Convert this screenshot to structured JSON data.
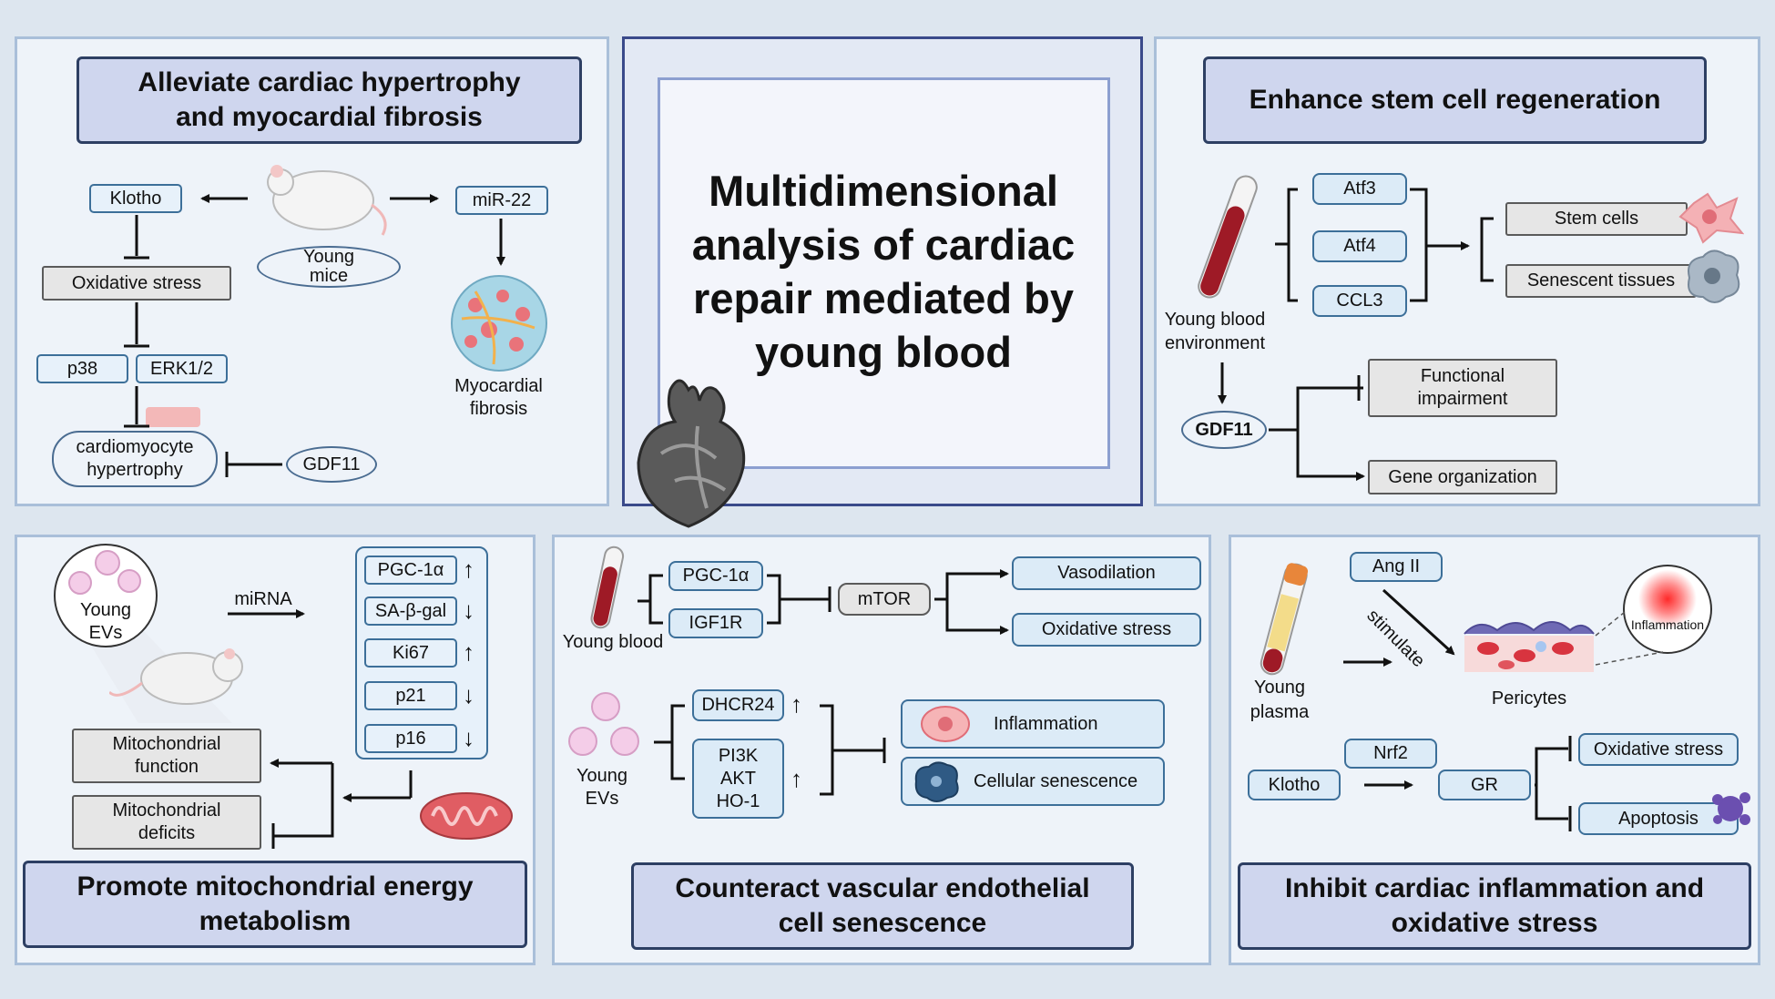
{
  "center": {
    "title": "Multidimensional analysis of cardiac repair mediated by young blood"
  },
  "p1": {
    "header": "Alleviate cardiac hypertrophy\nand myocardial fibrosis",
    "klotho": "Klotho",
    "young_mice": "Young\nmice",
    "mir22": "miR-22",
    "oxidative": "Oxidative stress",
    "p38": "p38",
    "erk": "ERK1/2",
    "hypertrophy": "cardiomyocyte\nhypertrophy",
    "gdf11": "GDF11",
    "fibrosis": "Myocardial\nfibrosis"
  },
  "p2": {
    "header": "Enhance stem cell regeneration",
    "env": "Young blood\nenvironment",
    "atf3": "Atf3",
    "atf4": "Atf4",
    "ccl3": "CCL3",
    "stem": "Stem cells",
    "senescent": "Senescent tissues",
    "gdf11": "GDF11",
    "impair": "Functional\nimpairment",
    "gene": "Gene organization"
  },
  "p3": {
    "header": "Promote mitochondrial energy\nmetabolism",
    "evs": "Young\nEVs",
    "mirna": "miRNA",
    "markers": [
      {
        "label": "PGC-1α",
        "dir": "↑"
      },
      {
        "label": "SA-β-gal",
        "dir": "↓"
      },
      {
        "label": "Ki67",
        "dir": "↑"
      },
      {
        "label": "p21",
        "dir": "↓"
      },
      {
        "label": "p16",
        "dir": "↓"
      }
    ],
    "mitofunc": "Mitochondrial\nfunction",
    "mitodef": "Mitochondrial\ndeficits"
  },
  "p4": {
    "header": "Counteract vascular endothelial\ncell senescence",
    "blood": "Young blood",
    "pgc": "PGC-1α",
    "igf": "IGF1R",
    "mtor": "mTOR",
    "vaso": "Vasodilation",
    "ox": "Oxidative stress",
    "evs": "Young\nEVs",
    "dhcr": "DHCR24",
    "dhcr_dir": "↑",
    "pi3k": "PI3K\nAKT\nHO-1",
    "pi3k_dir": "↑",
    "infl": "Inflammation",
    "sen": "Cellular senescence"
  },
  "p5": {
    "header": "Inhibit cardiac inflammation and\noxidative stress",
    "plasma": "Young\nplasma",
    "ang": "Ang II",
    "stim": "stimulate",
    "pericytes": "Pericytes",
    "infl": "Inflammation",
    "nrf2": "Nrf2",
    "klotho": "Klotho",
    "gr": "GR",
    "ox": "Oxidative stress",
    "apop": "Apoptosis"
  }
}
